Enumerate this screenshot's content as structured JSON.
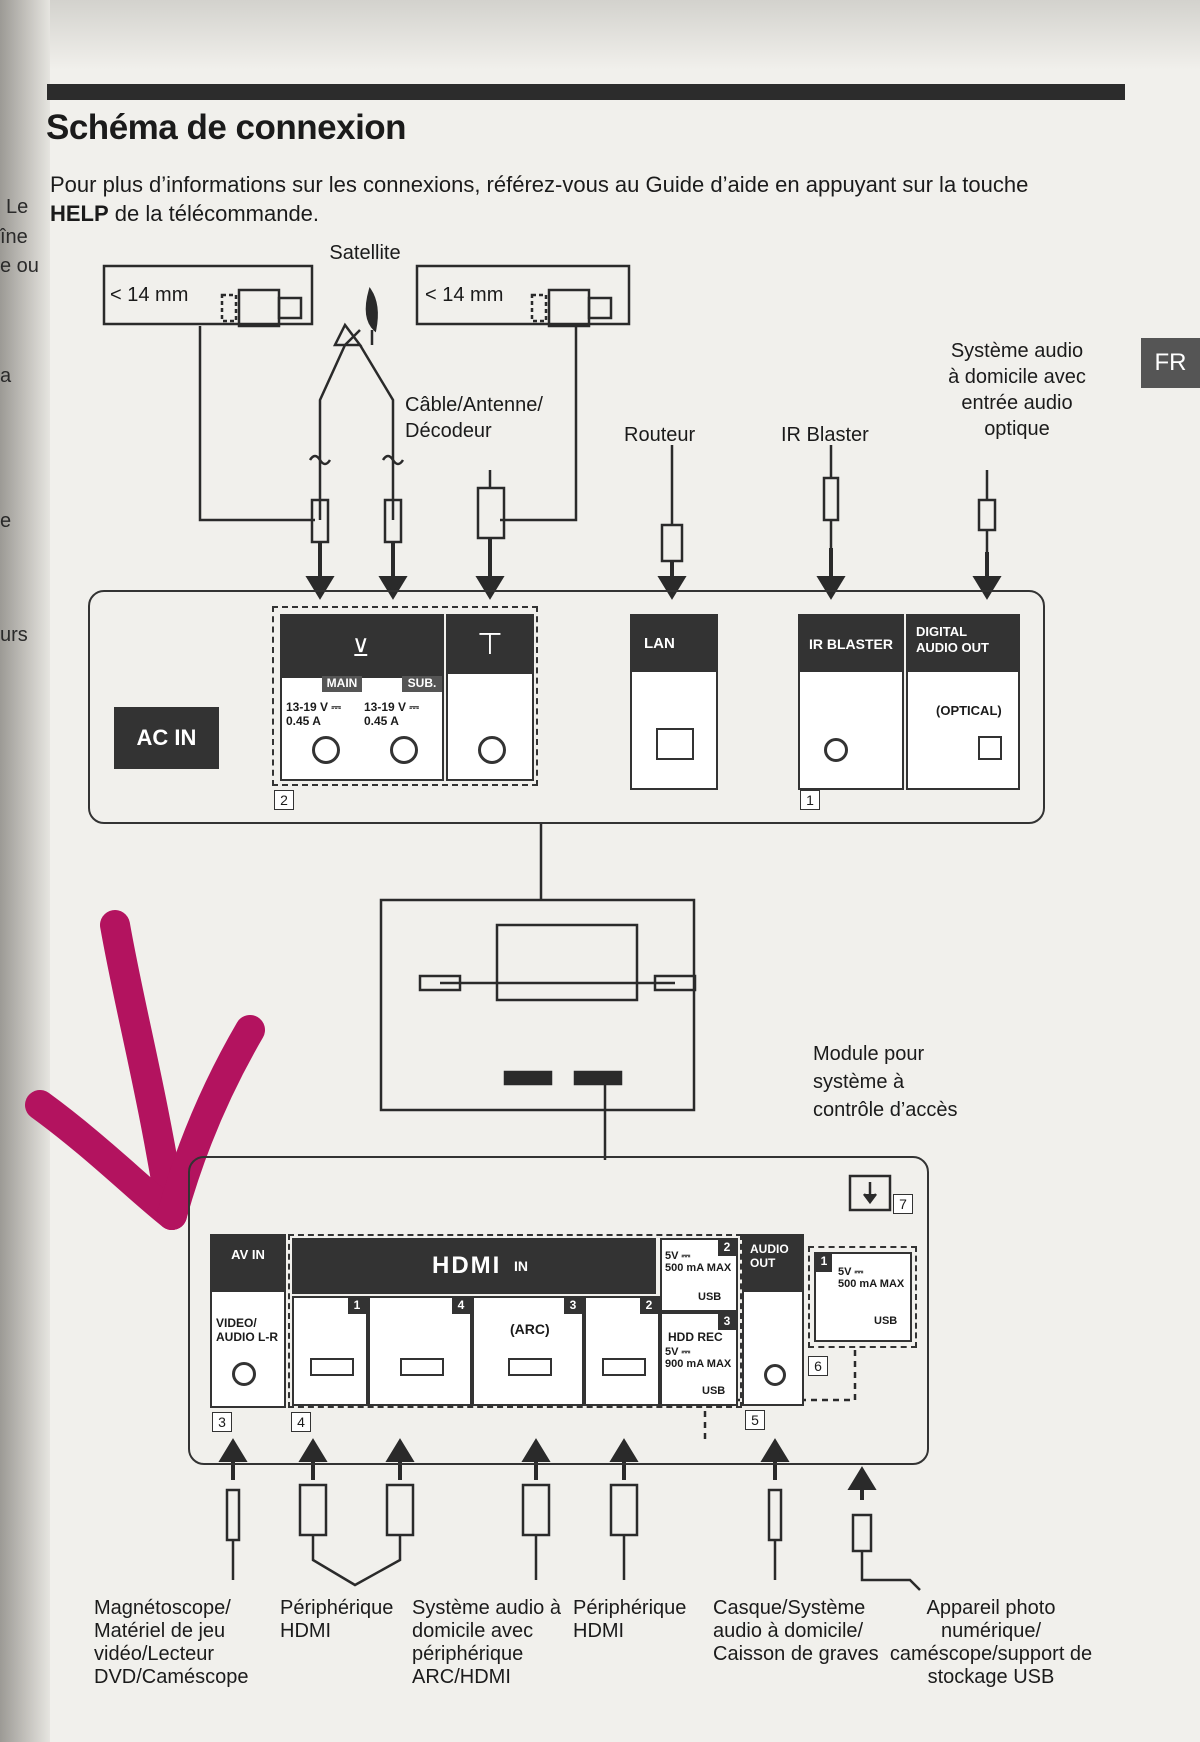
{
  "edge_text": [
    "Le",
    "îne",
    "e ou",
    "a",
    "e",
    "urs"
  ],
  "title": "Schéma de connexion",
  "intro": {
    "line1": "Pour plus d’informations sur les connexions, référez-vous au Guide d’aide en appuyant sur la touche",
    "help_key": "HELP",
    "line2": " de la télécommande."
  },
  "lang_tab": "FR",
  "top_labels": {
    "satellite": "Satellite",
    "cable_size_left": "< 14 mm",
    "cable_size_right": "< 14 mm",
    "cable": "Câble/Antenne/\nDécodeur",
    "router": "Routeur",
    "ir_blaster": "IR Blaster",
    "audio_system": "Système audio\nà domicile avec\nentrée audio\noptique"
  },
  "top_panel": {
    "ac_in": "AC IN",
    "main": "MAIN",
    "sub": "SUB.",
    "power_main": "13-19 V ⎓\n0.45 A",
    "power_sub": "13-19 V ⎓\n0.45 A",
    "lan": "LAN",
    "ir_blaster": "IR BLASTER",
    "digital_audio_out": "DIGITAL\nAUDIO OUT",
    "optical": "(OPTICAL)",
    "badge_2": "2",
    "badge_1": "1"
  },
  "module_label": "Module pour\nsystème à\ncontrôle d’accès",
  "bottom_panel": {
    "av_in": "AV IN",
    "video_audio": "VIDEO/\nAUDIO L-R",
    "hdmi": "HDMI",
    "hdmi_in": "IN",
    "port_numbers": [
      "1",
      "4",
      "3",
      "2"
    ],
    "arc": "(ARC)",
    "usb2_spec": "5V ⎓\n500 mA MAX",
    "usb2_label": "USB",
    "usb2_num": "2",
    "hdd_rec": "HDD REC",
    "hdd_spec": "5V ⎓\n900 mA MAX",
    "usb3_label": "USB",
    "usb3_num": "3",
    "audio_out": "AUDIO\nOUT",
    "usb1_spec": "5V ⎓\n500 mA MAX",
    "usb1_label": "USB",
    "usb1_num": "1",
    "badges": [
      "3",
      "4",
      "5",
      "6",
      "7"
    ]
  },
  "bottom_labels": [
    "Magnétoscope/\nMatériel de jeu\nvidéo/Lecteur\nDVD/Caméscope",
    "Périphérique\nHDMI",
    "Système audio à\ndomicile avec\npériphérique\nARC/HDMI",
    "Périphérique\nHDMI",
    "Casque/Système\naudio à domicile/\nCaisson de graves",
    "Appareil photo\nnumérique/\ncaméscope/support de\nstockage USB"
  ],
  "colors": {
    "annotation_arrow": "#b3135f",
    "ink": "#1b1b1b",
    "panel_dark": "#333333"
  }
}
